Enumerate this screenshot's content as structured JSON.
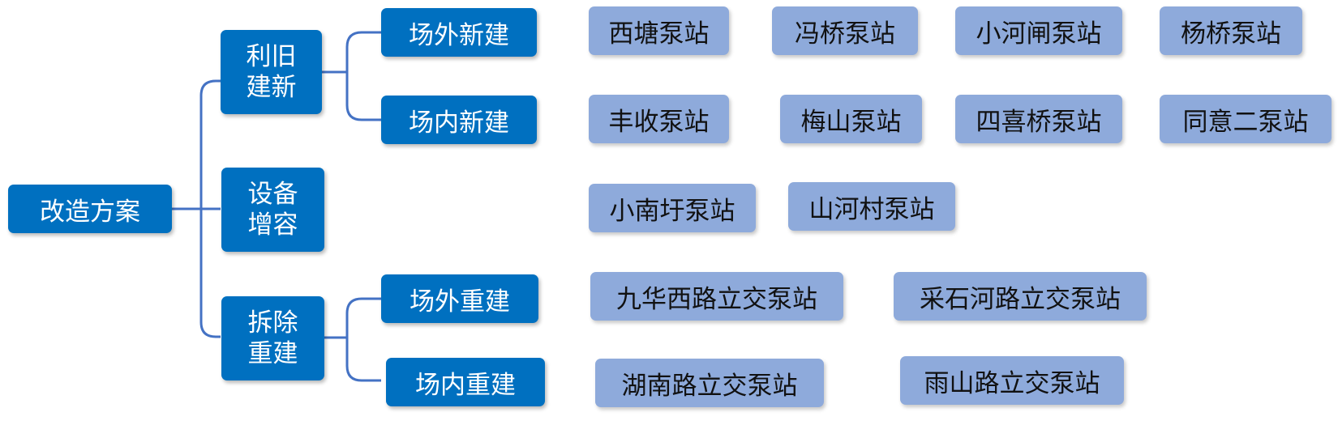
{
  "root": {
    "label": "改造方案"
  },
  "categories": {
    "rebuild_old": {
      "line1": "利旧",
      "line2": "建新"
    },
    "equipment": {
      "line1": "设备",
      "line2": "增容"
    },
    "demolish": {
      "line1": "拆除",
      "line2": "重建"
    }
  },
  "subcategories": {
    "outside_new": "场外新建",
    "inside_new": "场内新建",
    "outside_rebuild": "场外重建",
    "inside_rebuild": "场内重建"
  },
  "stations": {
    "outside_new": [
      "西塘泵站",
      "冯桥泵站",
      "小河闸泵站",
      "杨桥泵站"
    ],
    "inside_new": [
      "丰收泵站",
      "梅山泵站",
      "四喜桥泵站",
      "同意二泵站"
    ],
    "equipment": [
      "小南圩泵站",
      "山河村泵站"
    ],
    "outside_rebuild": [
      "九华西路立交泵站",
      "采石河路立交泵站"
    ],
    "inside_rebuild": [
      "湖南路立交泵站",
      "雨山路立交泵站"
    ]
  },
  "colors": {
    "dark_node": "#0070c0",
    "light_node": "#8eaadb",
    "connector": "#4472c4"
  }
}
